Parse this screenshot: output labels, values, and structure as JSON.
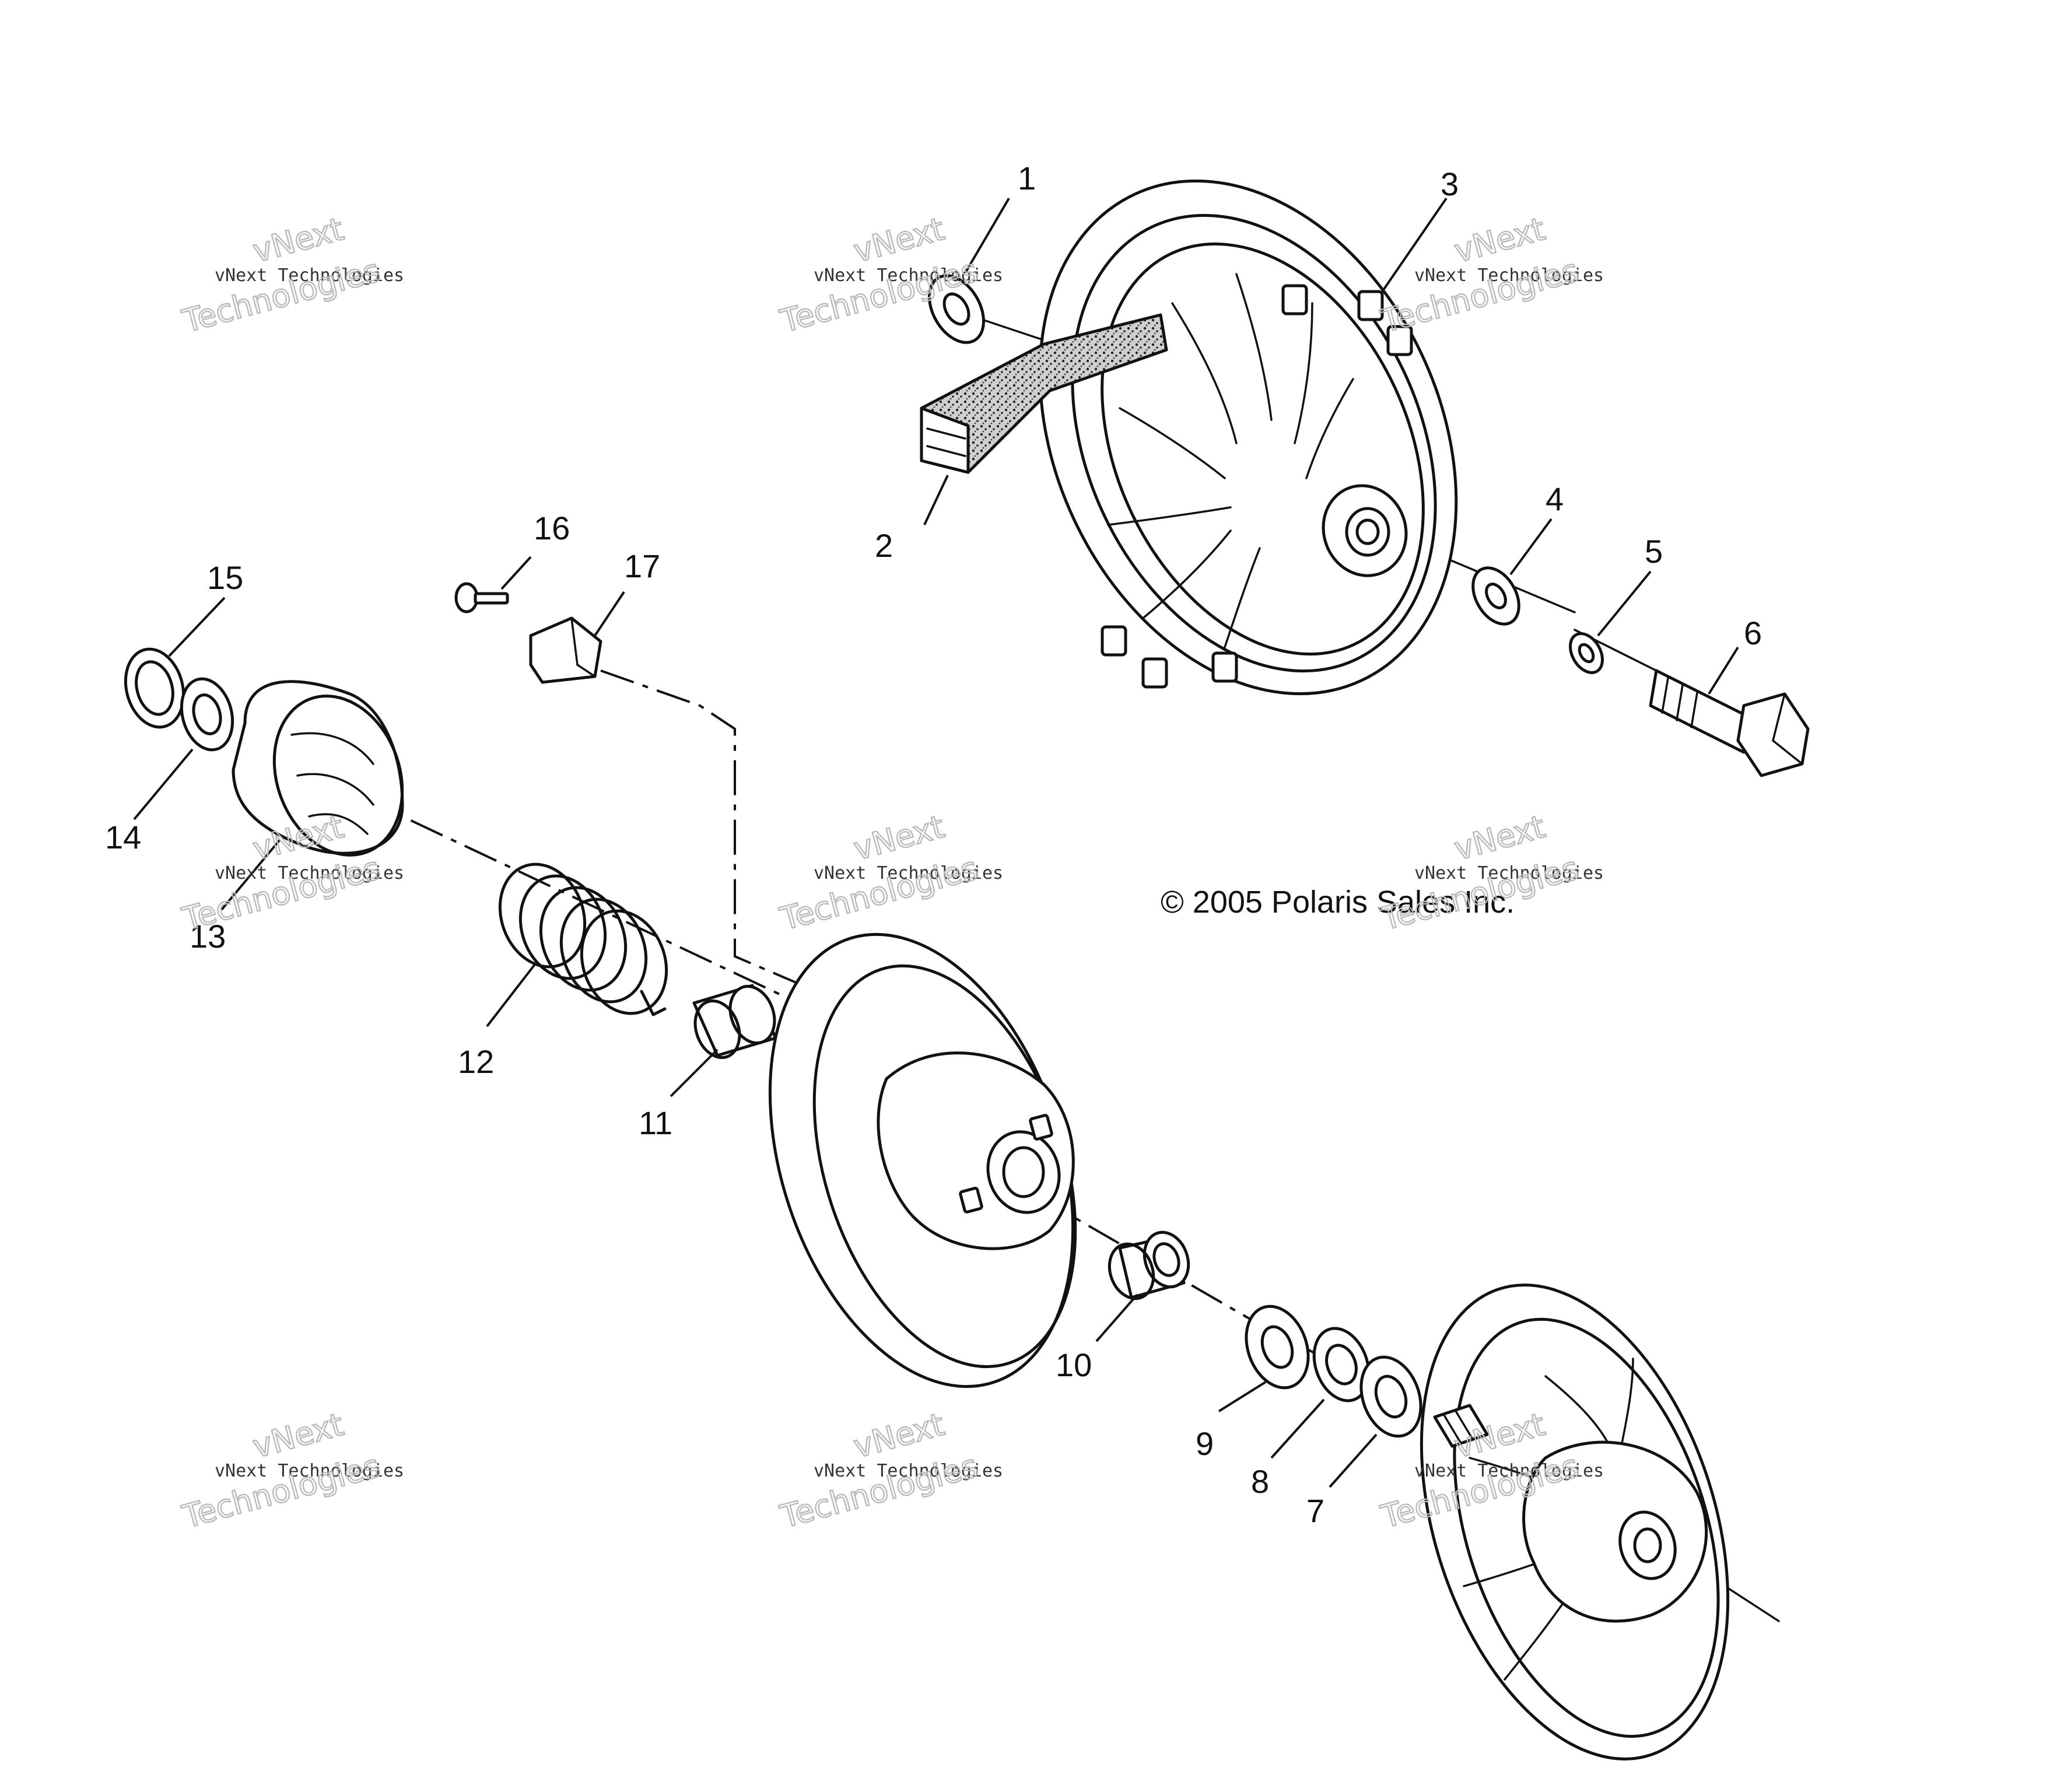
{
  "diagram": {
    "copyright": "© 2005 Polaris Sales Inc.",
    "watermark": {
      "line1": "vNext",
      "line2": "vNext Technologies",
      "line3": "Technologies"
    },
    "part_labels": [
      "1",
      "2",
      "3",
      "4",
      "5",
      "6",
      "7",
      "8",
      "9",
      "10",
      "11",
      "12",
      "13",
      "14",
      "15",
      "16",
      "17"
    ],
    "colors": {
      "ink": "#111111",
      "watermark": "#bbbbbb",
      "background": "#ffffff"
    }
  }
}
